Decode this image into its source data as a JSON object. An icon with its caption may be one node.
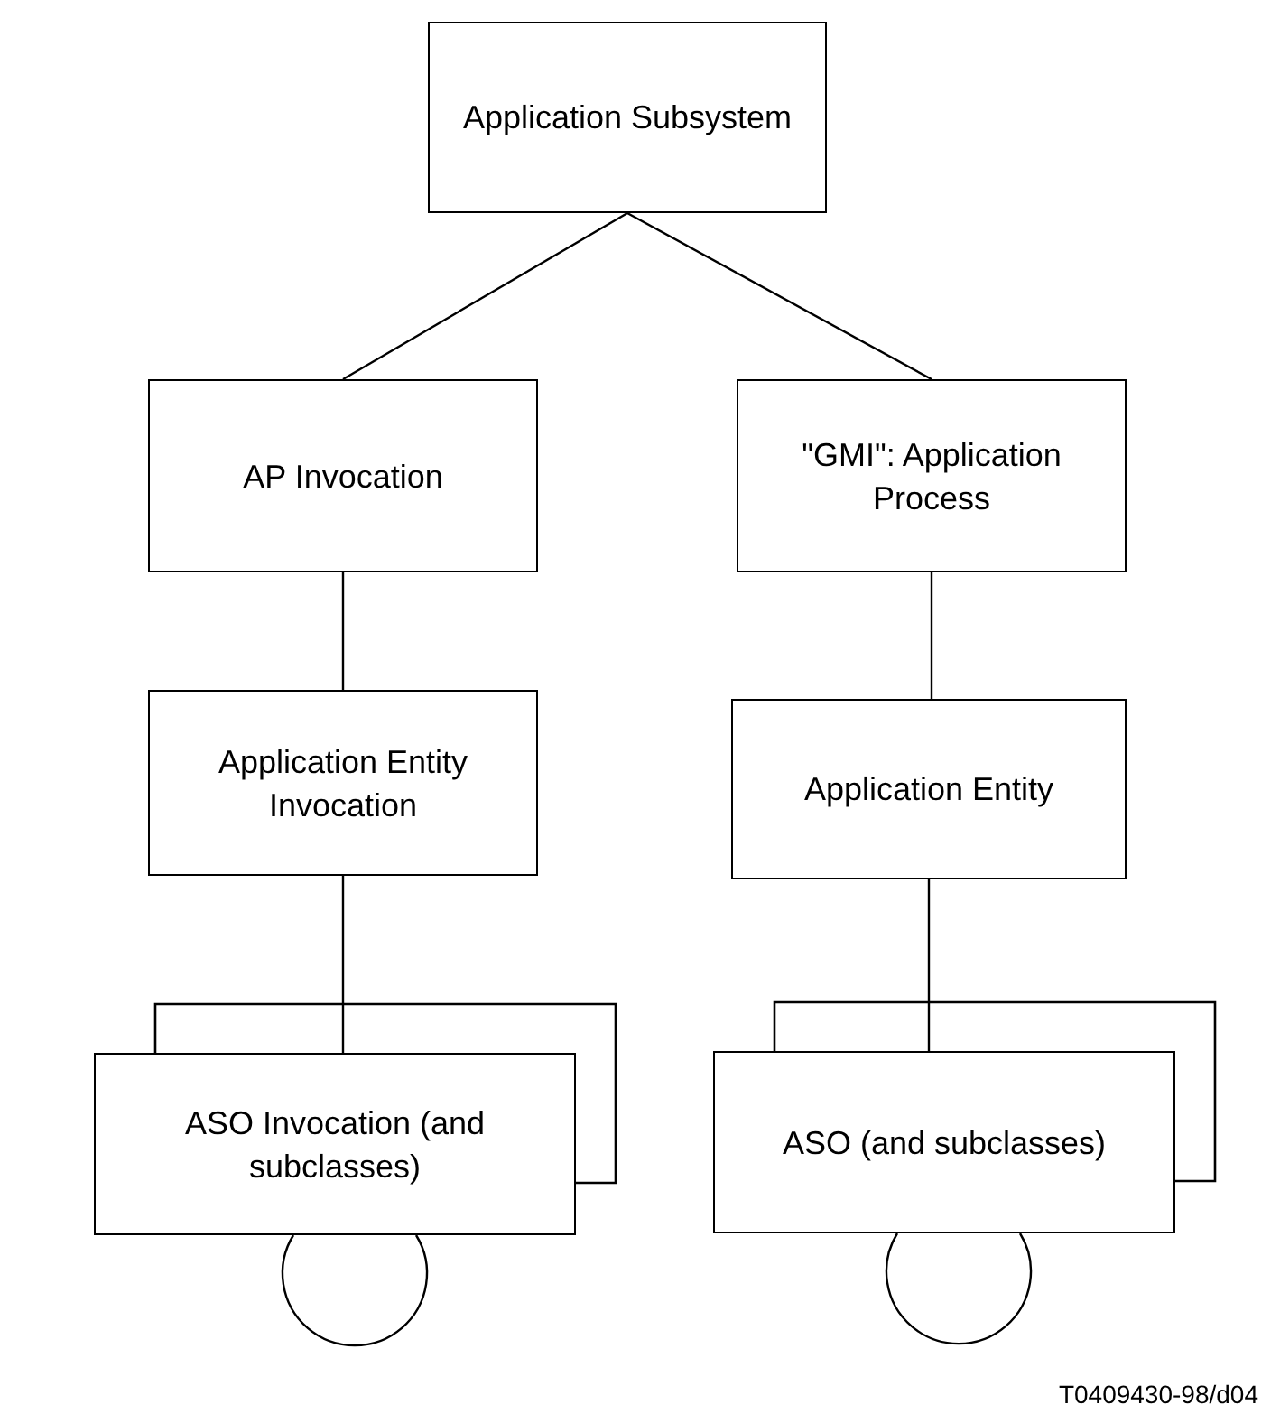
{
  "diagram": {
    "nodes": [
      {
        "text": [
          "Application Subsystem"
        ]
      },
      {
        "text": [
          "AP Invocation"
        ]
      },
      {
        "text": [
          "\"GMI\": Application Process"
        ]
      },
      {
        "text": [
          "Application Entity Invocation"
        ]
      },
      {
        "text": [
          "Application Entity"
        ]
      },
      {
        "text": [
          "ASO Invocation (and subclasses)"
        ]
      },
      {
        "text": [
          "ASO (and subclasses)"
        ]
      }
    ],
    "edges": [
      {
        "from": 0,
        "to": 1,
        "arrow": "none"
      },
      {
        "from": 0,
        "to": 2,
        "arrow": "none"
      },
      {
        "from": 1,
        "to": 3,
        "arrow": "none"
      },
      {
        "from": 2,
        "to": 4,
        "arrow": "none"
      },
      {
        "from": 3,
        "to": 5,
        "arrow": "none"
      },
      {
        "from": 4,
        "to": 6,
        "arrow": "none"
      },
      {
        "from": 5,
        "to": 5,
        "arrow": "none"
      },
      {
        "from": 6,
        "to": 6,
        "arrow": "none"
      }
    ],
    "labels": [
      "T0409430-98/d04"
    ]
  }
}
